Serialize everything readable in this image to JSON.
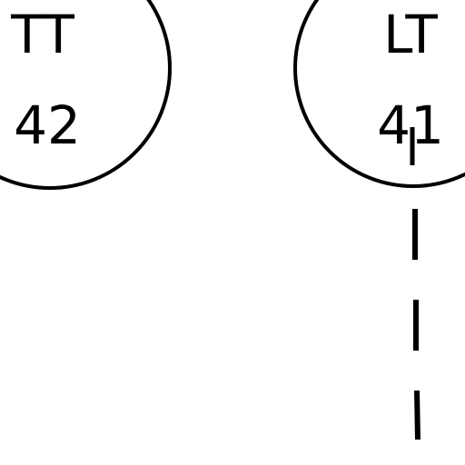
{
  "instruments": [
    {
      "function_code": "TT",
      "loop_number": "42"
    },
    {
      "function_code": "LT",
      "loop_number": "41"
    }
  ],
  "colors": {
    "stroke": "#000000",
    "background": "#ffffff"
  },
  "signal_line": {
    "style": "dashed"
  }
}
